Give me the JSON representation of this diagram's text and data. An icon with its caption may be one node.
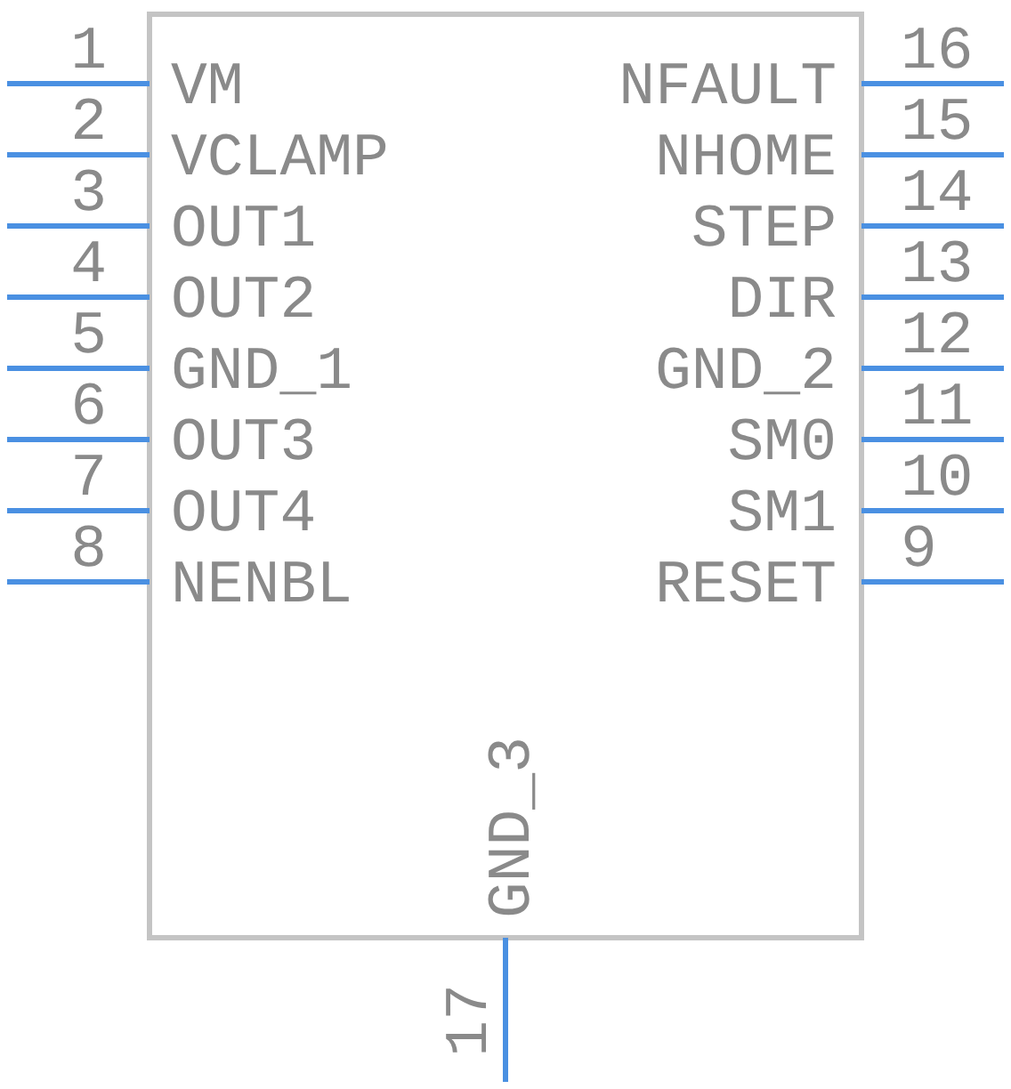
{
  "diagram": {
    "labels": [
      "1",
      "VM",
      "NFAULT",
      "16",
      "2",
      "VCLAMP",
      "NHOME",
      "15",
      "3",
      "OUT1",
      "STEP",
      "14",
      "4",
      "OUT2",
      "DIR",
      "13",
      "5",
      "GND_1",
      "GND_2",
      "12",
      "6",
      "OUT3",
      "SM0",
      "11",
      "7",
      "OUT4",
      "SM1",
      "10",
      "8",
      "NENBL",
      "RESET",
      "9",
      "GND_3",
      "17"
    ]
  }
}
